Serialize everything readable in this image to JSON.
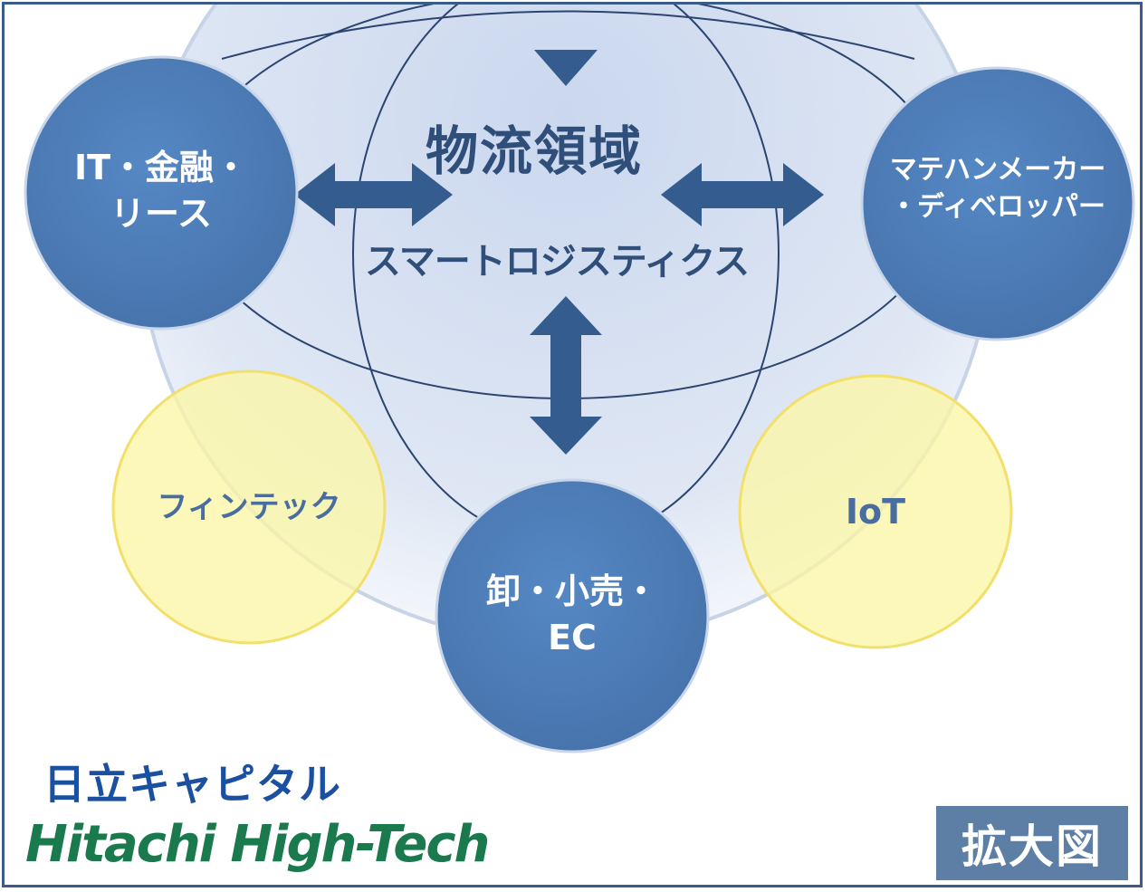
{
  "center": {
    "title": "物流領域",
    "subtitle": "スマートロジスティクス"
  },
  "nodes": {
    "it_finance": "IT・金融・\nリース",
    "material_handling": "マテハンメーカー\n・ディベロッパー",
    "retail": "卸・小売・\nEC"
  },
  "tech": {
    "fintech": "フィンテック",
    "iot": "IoT"
  },
  "logos": {
    "hitachi_capital": "日立キャピタル",
    "hitachi_hightech": "Hitachi High-Tech"
  },
  "badge": {
    "label": "拡大図"
  },
  "colors": {
    "node_blue": "#4f7fba",
    "arrow_blue": "#345c8e",
    "yellow": "#fbf6a6",
    "frame": "#3b5c87",
    "hightech_green": "#1a7a4e",
    "capital_blue": "#1b4fa0"
  }
}
